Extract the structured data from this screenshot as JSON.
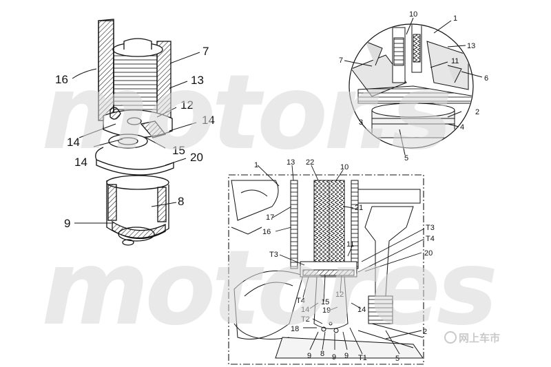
{
  "watermark": {
    "text_top": "motor.s",
    "text_bottom": "motores",
    "logo_text": "网上车市"
  },
  "figure_left": {
    "labels": [
      {
        "id": "7",
        "text": "7"
      },
      {
        "id": "16",
        "text": "16"
      },
      {
        "id": "13",
        "text": "13"
      },
      {
        "id": "12",
        "text": "12"
      },
      {
        "id": "14a",
        "text": "14"
      },
      {
        "id": "14b",
        "text": "14"
      },
      {
        "id": "14c",
        "text": "14"
      },
      {
        "id": "15",
        "text": "15"
      },
      {
        "id": "20",
        "text": "20"
      },
      {
        "id": "8",
        "text": "8"
      },
      {
        "id": "9",
        "text": "9"
      }
    ]
  },
  "figure_circle": {
    "labels": [
      {
        "id": "10",
        "text": "10"
      },
      {
        "id": "1",
        "text": "1"
      },
      {
        "id": "13",
        "text": "13"
      },
      {
        "id": "7",
        "text": "7"
      },
      {
        "id": "11",
        "text": "11"
      },
      {
        "id": "6",
        "text": "6"
      },
      {
        "id": "2",
        "text": "2"
      },
      {
        "id": "3",
        "text": "3"
      },
      {
        "id": "4",
        "text": "4"
      },
      {
        "id": "5",
        "text": "5"
      }
    ]
  },
  "figure_detail": {
    "labels": [
      {
        "id": "1",
        "text": "1"
      },
      {
        "id": "13",
        "text": "13"
      },
      {
        "id": "22",
        "text": "22"
      },
      {
        "id": "10",
        "text": "10"
      },
      {
        "id": "21",
        "text": "21"
      },
      {
        "id": "17",
        "text": "17"
      },
      {
        "id": "16",
        "text": "16"
      },
      {
        "id": "11",
        "text": "11"
      },
      {
        "id": "T3a",
        "text": "T3"
      },
      {
        "id": "T4a",
        "text": "T4"
      },
      {
        "id": "20",
        "text": "20"
      },
      {
        "id": "T3b",
        "text": "T3"
      },
      {
        "id": "T4b",
        "text": "T4"
      },
      {
        "id": "15",
        "text": "15"
      },
      {
        "id": "12",
        "text": "12"
      },
      {
        "id": "14a",
        "text": "14"
      },
      {
        "id": "19",
        "text": "19"
      },
      {
        "id": "14b",
        "text": "14"
      },
      {
        "id": "T2",
        "text": "T2"
      },
      {
        "id": "18",
        "text": "18"
      },
      {
        "id": "9a",
        "text": "9"
      },
      {
        "id": "8",
        "text": "8"
      },
      {
        "id": "9b",
        "text": "9"
      },
      {
        "id": "9c",
        "text": "9"
      },
      {
        "id": "T1",
        "text": "T1"
      },
      {
        "id": "2",
        "text": "2"
      },
      {
        "id": "5",
        "text": "5"
      }
    ]
  }
}
